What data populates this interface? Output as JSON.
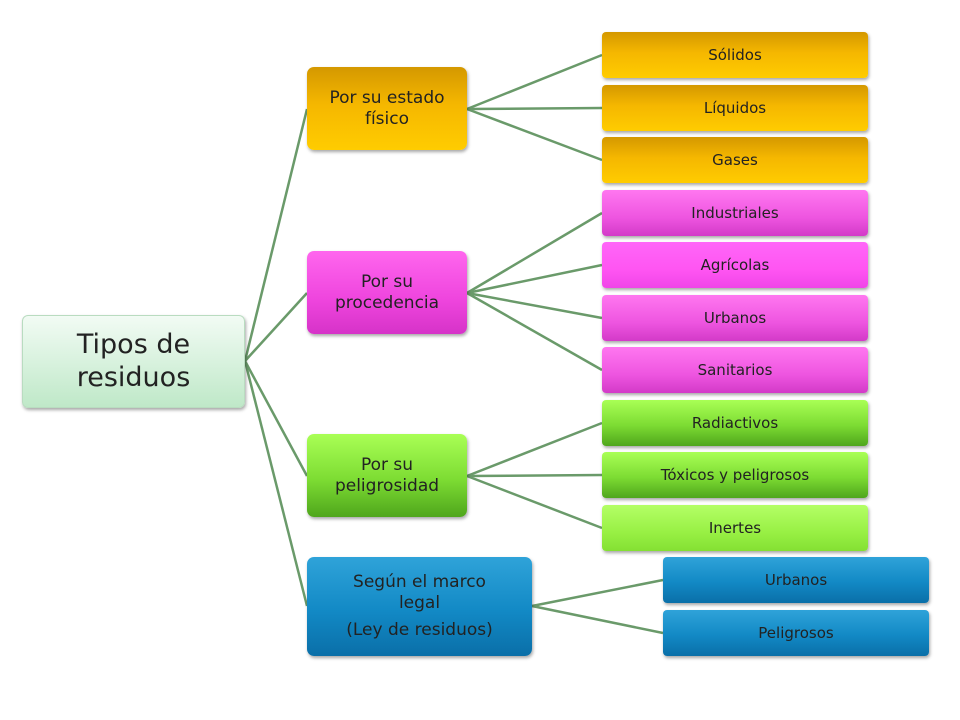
{
  "root": {
    "line1": "Tipos de",
    "line2": "residuos"
  },
  "categories": [
    {
      "line1": "Por su estado",
      "line2": "físico",
      "items": [
        "Sólidos",
        "Líquidos",
        "Gases"
      ]
    },
    {
      "line1": "Por su",
      "line2": "procedencia",
      "items": [
        "Industriales",
        "Agrícolas",
        "Urbanos",
        "Sanitarios"
      ]
    },
    {
      "line1": "Por su",
      "line2": "peligrosidad",
      "items": [
        "Radiactivos",
        "Tóxicos y peligrosos",
        "Inertes"
      ]
    },
    {
      "line1": "Según el marco",
      "line2": "legal",
      "line3": "(Ley de residuos)",
      "items": [
        "Urbanos",
        "Peligrosos"
      ]
    }
  ],
  "colors": {
    "connector": "#6a9a6a",
    "estado": "#f5b700",
    "procedencia": "#ee44dd",
    "peligrosidad": "#7ddc33",
    "legal": "#1289c5",
    "root": "#d6f1dc"
  }
}
